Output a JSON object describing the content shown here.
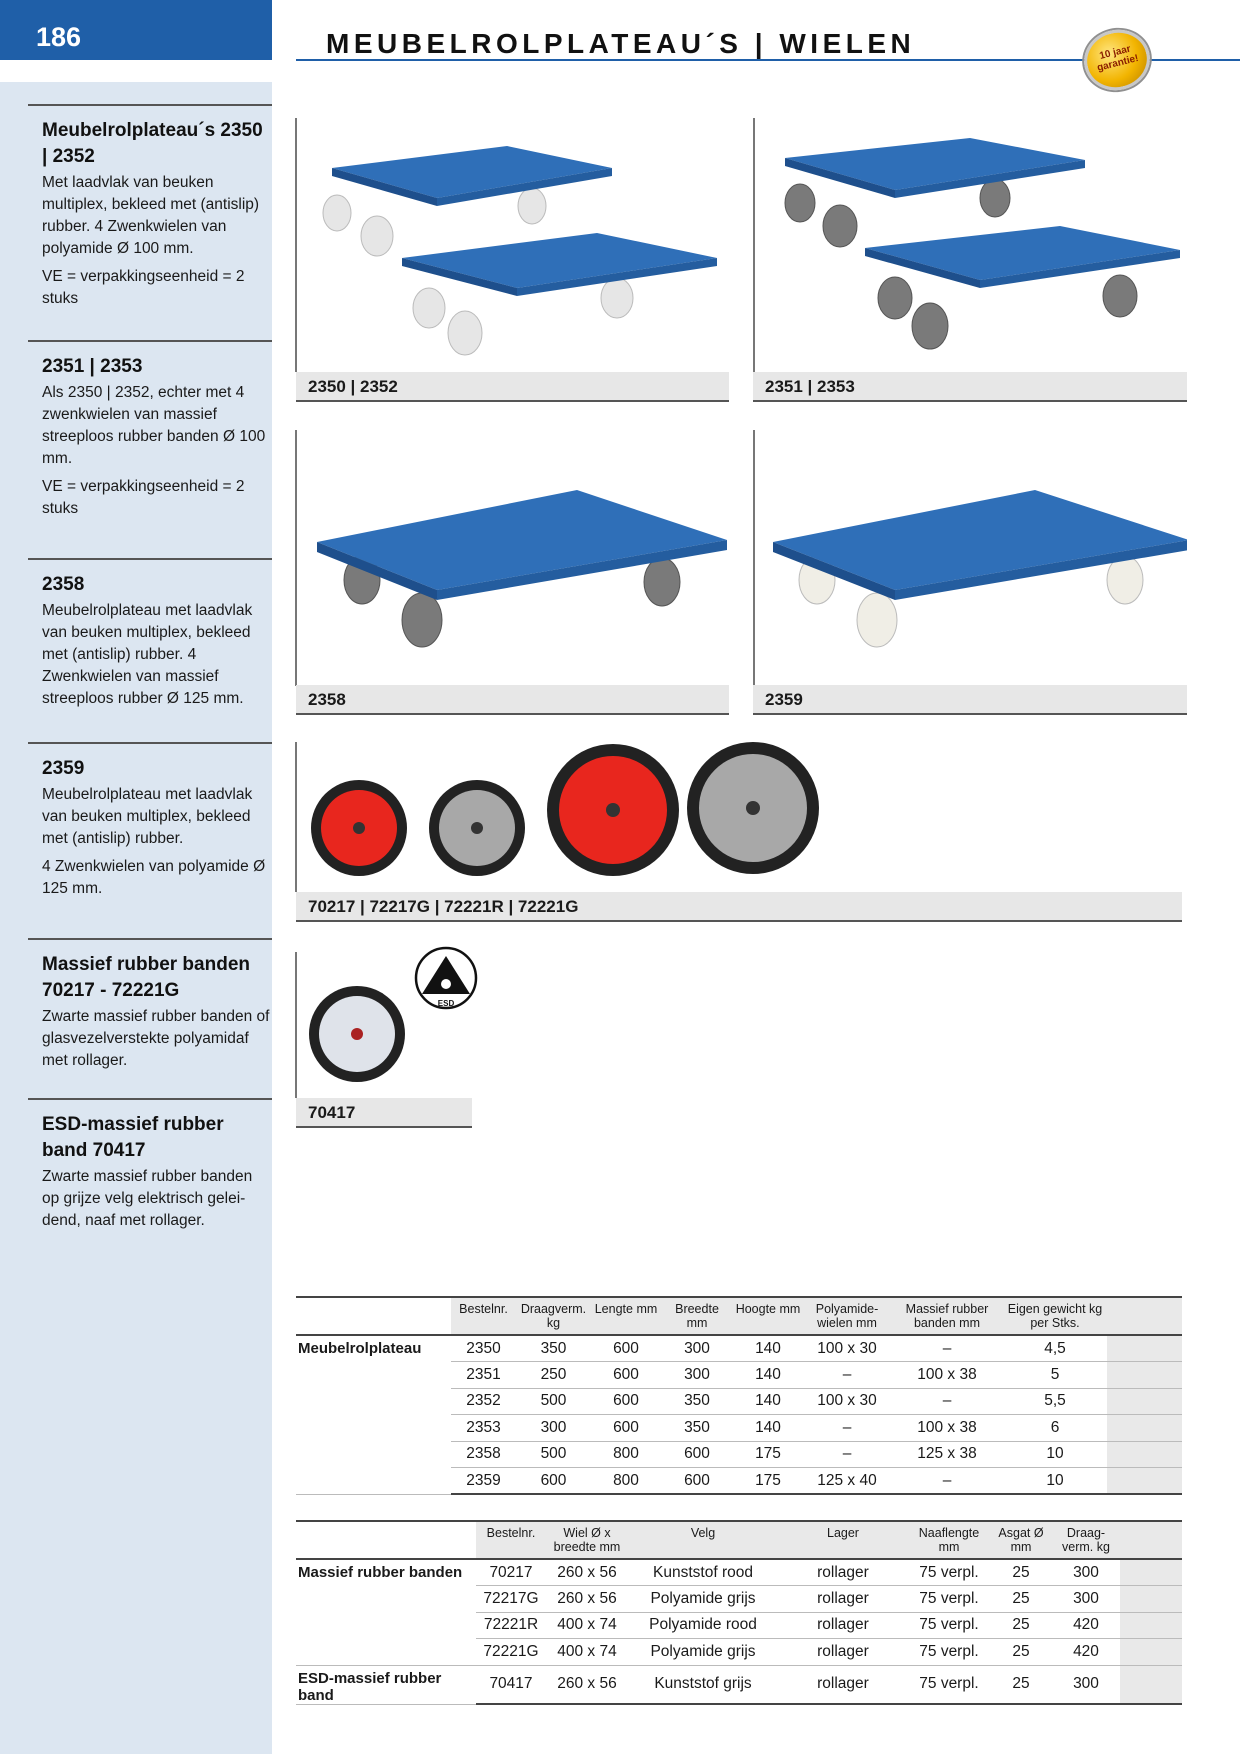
{
  "header": {
    "page_number": "186",
    "title": "MEUBELROLPLATEAU´S | WIELEN",
    "guarantee_badge": "10 jaar garantie!"
  },
  "sidebar": {
    "sections": [
      {
        "title": "Meubelrolplateau´s 2350 | 2352",
        "paragraphs": [
          "Met laadvlak van beuken multiplex, bekleed met (antislip) rubber. 4 Zwenkwielen van polyamide Ø 100 mm.",
          "VE = verpakkingseenheid = 2 stuks"
        ]
      },
      {
        "title": "2351 | 2353",
        "paragraphs": [
          "Als 2350 | 2352, echter met 4 zwenkwielen van massief streeploos rubber banden Ø 100 mm.",
          "VE = verpakkingseenheid = 2 stuks"
        ]
      },
      {
        "title": "2358",
        "paragraphs": [
          "Meubelrolplateau met laadvlak van beuken multiplex, bekleed met (antislip) rubber. 4 Zwenkwielen van massief streeploos rubber Ø 125 mm."
        ]
      },
      {
        "title": "2359",
        "paragraphs": [
          "Meubelrolplateau met laadvlak van beuken multiplex, bekleed met (antislip) rubber.",
          "4 Zwenkwielen van polyamide Ø 125 mm."
        ]
      },
      {
        "title": "Massief rubber banden 70217 - 72221G",
        "paragraphs": [
          "Zwarte massief rubber banden of glasvezelverstekte polyamidaf met rollager."
        ]
      },
      {
        "title": "ESD-massief rubber band 70417",
        "paragraphs": [
          "Zwarte massief rubber banden op grijze velg elektrisch gelei-dend, naaf met rollager."
        ]
      }
    ]
  },
  "photos": {
    "p1": {
      "caption": "2350 | 2352"
    },
    "p2": {
      "caption": "2351 | 2353"
    },
    "p3": {
      "caption": "2358"
    },
    "p4": {
      "caption": "2359"
    },
    "p5": {
      "caption": "70217 | 72217G | 72221R | 72221G"
    },
    "p6": {
      "caption": "70417",
      "esd_label": "ESD"
    }
  },
  "colors": {
    "brand_blue": "#1f5fa8",
    "sidebar_bg": "#dce6f1",
    "plate_blue": "#2f6fb8",
    "wheel_red": "#e8261e",
    "wheel_grey": "#a8a8a8"
  },
  "table1": {
    "headers": [
      "Bestelnr.",
      "Draagverm. kg",
      "Lengte mm",
      "Breedte mm",
      "Hoogte mm",
      "Polyamide-wielen mm",
      "Massief rubber banden mm",
      "Eigen gewicht kg per Stks."
    ],
    "group_label": "Meubelrolplateau",
    "rows": [
      [
        "2350",
        "350",
        "600",
        "300",
        "140",
        "100 x 30",
        "–",
        "4,5"
      ],
      [
        "2351",
        "250",
        "600",
        "300",
        "140",
        "–",
        "100 x 38",
        "5"
      ],
      [
        "2352",
        "500",
        "600",
        "350",
        "140",
        "100 x 30",
        "–",
        "5,5"
      ],
      [
        "2353",
        "300",
        "600",
        "350",
        "140",
        "–",
        "100 x 38",
        "6"
      ],
      [
        "2358",
        "500",
        "800",
        "600",
        "175",
        "–",
        "125 x 38",
        "10"
      ],
      [
        "2359",
        "600",
        "800",
        "600",
        "175",
        "125 x 40",
        "–",
        "10"
      ]
    ]
  },
  "table2": {
    "headers": [
      "Bestelnr.",
      "Wiel Ø x breedte mm",
      "Velg",
      "Lager",
      "Naaflengte mm",
      "Asgat Ø mm",
      "Draag-verm. kg"
    ],
    "group_label_1": "Massief rubber banden",
    "group_label_2": "ESD-massief rubber band",
    "rows": [
      [
        "70217",
        "260 x 56",
        "Kunststof rood",
        "rollager",
        "75 verpl.",
        "25",
        "300"
      ],
      [
        "72217G",
        "260 x 56",
        "Polyamide grijs",
        "rollager",
        "75 verpl.",
        "25",
        "300"
      ],
      [
        "72221R",
        "400 x 74",
        "Polyamide rood",
        "rollager",
        "75 verpl.",
        "25",
        "420"
      ],
      [
        "72221G",
        "400 x 74",
        "Polyamide grijs",
        "rollager",
        "75 verpl.",
        "25",
        "420"
      ],
      [
        "70417",
        "260 x 56",
        "Kunststof grijs",
        "rollager",
        "75 verpl.",
        "25",
        "300"
      ]
    ]
  }
}
